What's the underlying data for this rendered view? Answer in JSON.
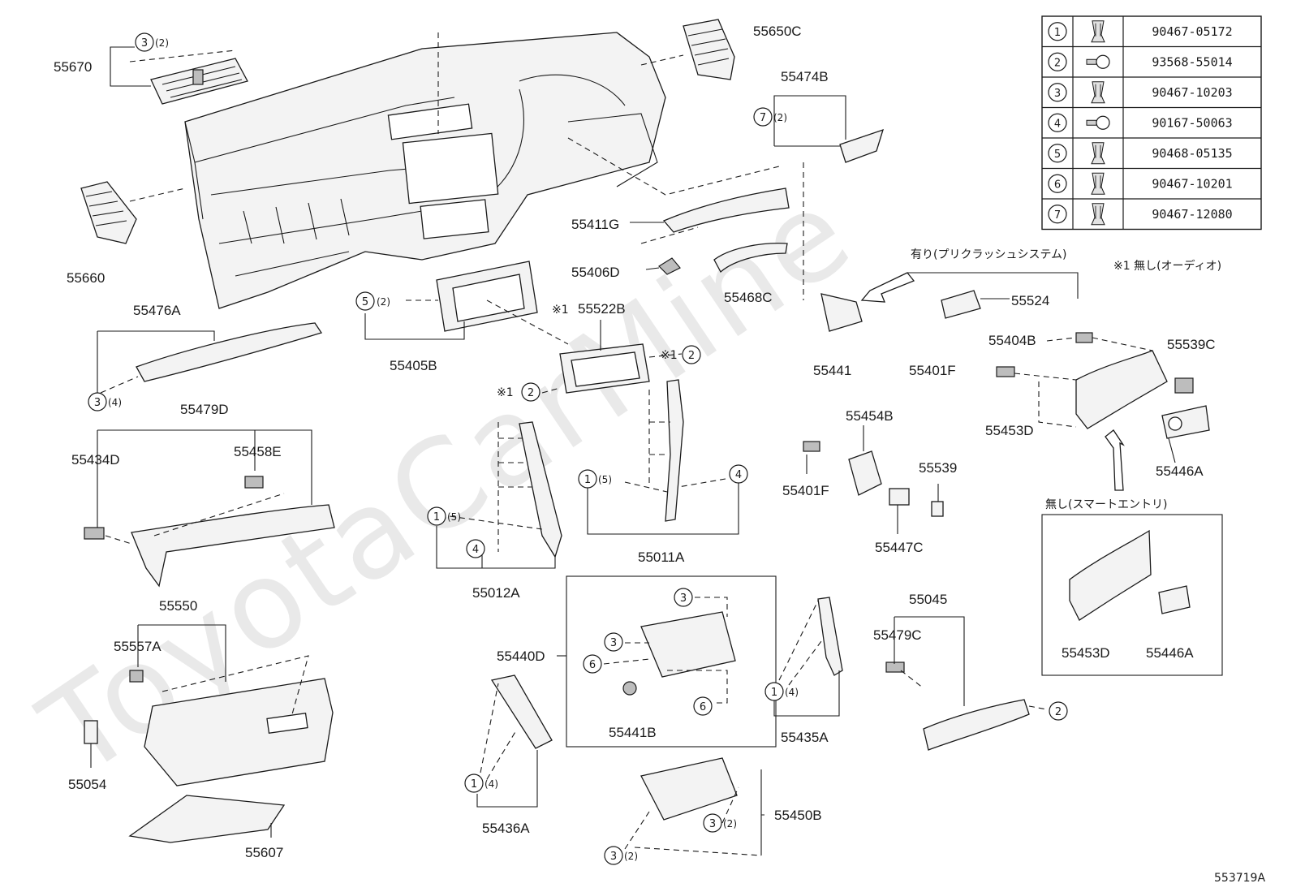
{
  "watermark": "ToyotaCarMine",
  "labels": {
    "p55670": "55670",
    "p55650C": "55650C",
    "p55474B": "55474B",
    "p55660": "55660",
    "p55411G": "55411G",
    "p55406D": "55406D",
    "p55468C": "55468C",
    "p55476A": "55476A",
    "p55405B": "55405B",
    "p55522B": "55522B",
    "p55441": "55441",
    "p55524": "55524",
    "p55404B": "55404B",
    "p55539C": "55539C",
    "p55401F_a": "55401F",
    "p55453D_a": "55453D",
    "p55446A_a": "55446A",
    "p55479D": "55479D",
    "p55434D": "55434D",
    "p55458E": "55458E",
    "p55454B": "55454B",
    "p55539": "55539",
    "p55401F_b": "55401F",
    "p55447C": "55447C",
    "p55011A": "55011A",
    "p55012A": "55012A",
    "p55550": "55550",
    "p55557A": "55557A",
    "p55054": "55054",
    "p55607": "55607",
    "p55440D": "55440D",
    "p55441B": "55441B",
    "p55435A": "55435A",
    "p55045": "55045",
    "p55479C": "55479C",
    "p55453D_b": "55453D",
    "p55446A_b": "55446A",
    "p55436A": "55436A",
    "p55450B": "55450B"
  },
  "notes": {
    "with_precrash": "有り(プリクラッシュシステム)",
    "without_audio": "※1  無し(オーディオ)",
    "without_smart": "無し(スマートエントリ)",
    "mark1_a": "※1",
    "mark1_b": "※1",
    "mark1_c": "※1",
    "figure_code": "553719A"
  },
  "qty": {
    "q_670": "(2)",
    "q_474": "(2)",
    "q_405": "(2)",
    "q_476": "(4)",
    "q_011": "(5)",
    "q_012": "(5)",
    "q_435": "(4)",
    "q_436": "(4)",
    "q_450a": "(2)",
    "q_450b": "(2)"
  },
  "callouts": {
    "c_670": "3",
    "c_474": "7",
    "c_405": "5",
    "c_476": "3",
    "c_522a": "2",
    "c_522b": "2",
    "c_011a": "1",
    "c_011b": "4",
    "c_012a": "1",
    "c_012b": "4",
    "c_440a": "3",
    "c_440b": "3",
    "c_440c": "6",
    "c_440d": "6",
    "c_435": "1",
    "c_436": "1",
    "c_045": "2",
    "c_450a": "3",
    "c_450b": "3"
  },
  "fastener_table": [
    {
      "num": "1",
      "part": "90467-05172"
    },
    {
      "num": "2",
      "part": "93568-55014"
    },
    {
      "num": "3",
      "part": "90467-10203"
    },
    {
      "num": "4",
      "part": "90167-50063"
    },
    {
      "num": "5",
      "part": "90468-05135"
    },
    {
      "num": "6",
      "part": "90467-10201"
    },
    {
      "num": "7",
      "part": "90467-12080"
    }
  ],
  "fastener_icons": [
    "clip-icon",
    "screw-icon",
    "clip-icon",
    "screw-icon",
    "clip-icon",
    "clip-icon",
    "clip-icon"
  ]
}
